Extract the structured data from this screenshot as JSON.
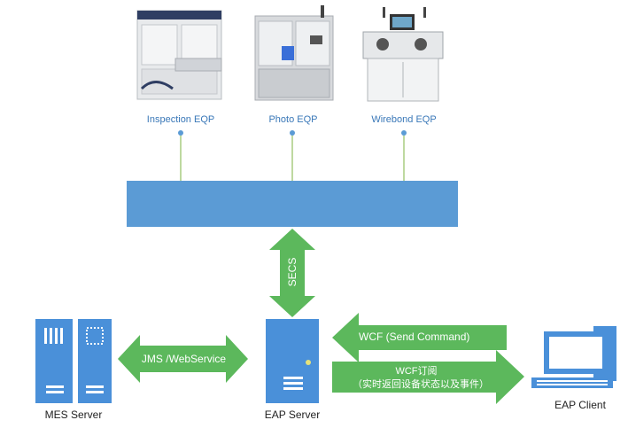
{
  "equipment": [
    {
      "label": "Inspection EQP"
    },
    {
      "label": "Photo EQP"
    },
    {
      "label": "Wirebond EQP"
    }
  ],
  "bus": {
    "label": ""
  },
  "links": {
    "secs": "SECS",
    "jms": "JMS /WebService",
    "wcf_send": "WCF (Send Command)",
    "wcf_sub_line1": "WCF订阅",
    "wcf_sub_line2": "（实时返回设备状态以及事件）"
  },
  "nodes": {
    "mes": "MES Server",
    "eap": "EAP Server",
    "client": "EAP Client"
  },
  "colors": {
    "bus_blue": "#5b9bd5",
    "arrow_green": "#5cb85c",
    "line_green": "#7cb342",
    "server_blue": "#4a90d9",
    "label_blue": "#3a78b8"
  }
}
